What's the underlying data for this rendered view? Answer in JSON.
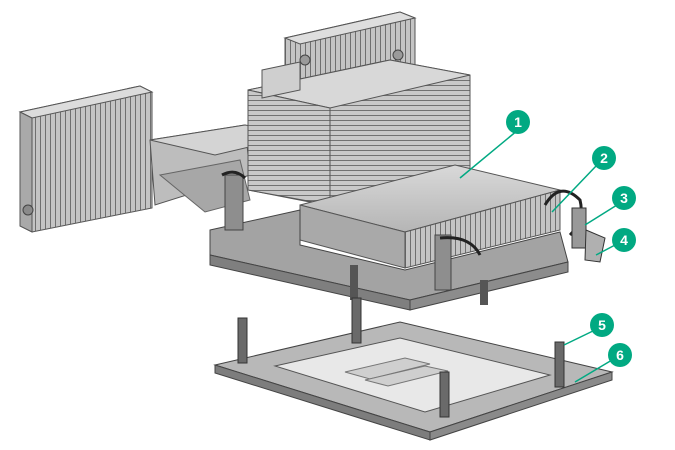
{
  "diagram": {
    "accent_color": "#01a982",
    "callouts": [
      {
        "label": "1"
      },
      {
        "label": "2"
      },
      {
        "label": "3"
      },
      {
        "label": "4"
      },
      {
        "label": "5"
      },
      {
        "label": "6"
      }
    ]
  }
}
